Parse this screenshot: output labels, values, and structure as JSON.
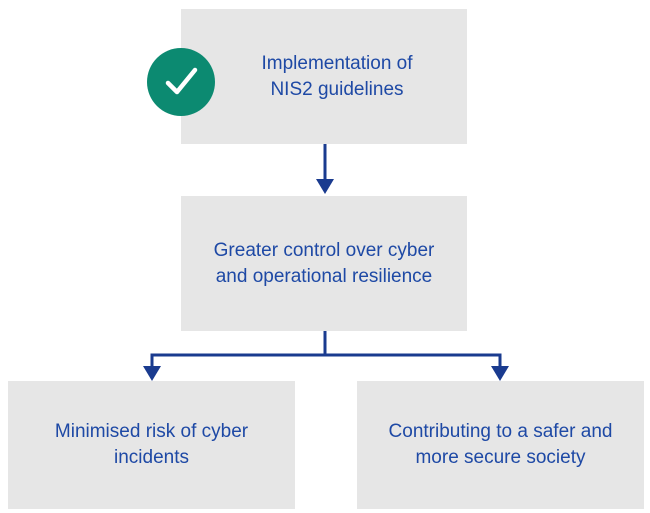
{
  "colors": {
    "box_fill": "#e6e6e6",
    "text": "#1e49a5",
    "arrow": "#1a3b8f",
    "check_badge": "#0c8a71"
  },
  "diagram": {
    "nodes": {
      "top": {
        "label": "Implementation of\nNIS2 guidelines",
        "icon": "check-icon"
      },
      "middle": {
        "label": "Greater control over cyber\nand operational resilience"
      },
      "left": {
        "label": "Minimised risk of cyber\nincidents"
      },
      "right": {
        "label": "Contributing to a safer and\nmore secure society"
      }
    },
    "edges": [
      {
        "from": "top",
        "to": "middle"
      },
      {
        "from": "middle",
        "to": "left"
      },
      {
        "from": "middle",
        "to": "right"
      }
    ]
  }
}
